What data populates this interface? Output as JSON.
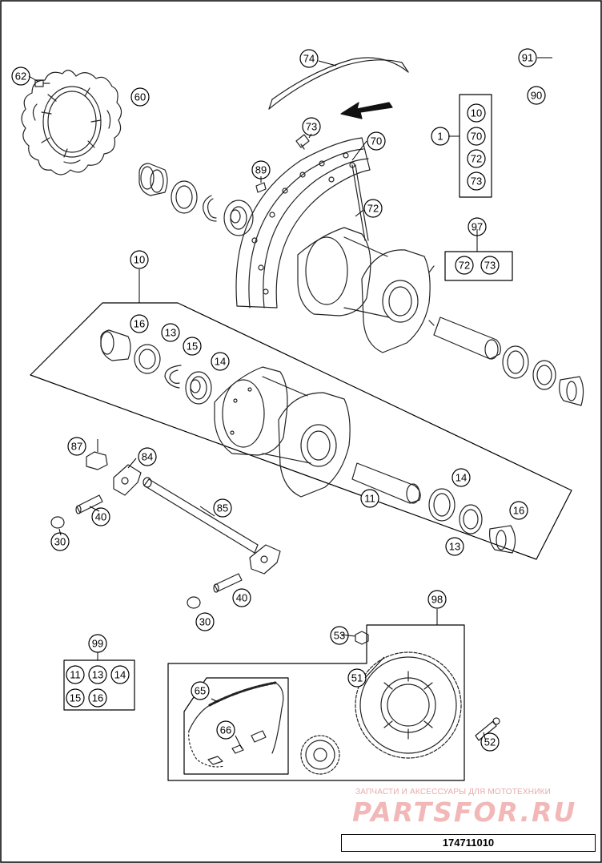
{
  "diagram": {
    "part_number": "174711010",
    "watermark": {
      "tagline": "ЗАПЧАСТИ И АКСЕССУАРЫ ДЛЯ МОТОТЕХНИКИ",
      "logo": "PARTSFOR.RU"
    },
    "callouts": [
      "62",
      "60",
      "74",
      "73",
      "70",
      "89",
      "72",
      "91",
      "90",
      "1",
      "10",
      "70",
      "72",
      "73",
      "97",
      "72",
      "73",
      "10",
      "16",
      "13",
      "15",
      "14",
      "87",
      "84",
      "40",
      "30",
      "85",
      "11",
      "14",
      "16",
      "13",
      "40",
      "30",
      "99",
      "11",
      "13",
      "14",
      "15",
      "16",
      "53",
      "51",
      "98",
      "65",
      "66",
      "52"
    ]
  }
}
